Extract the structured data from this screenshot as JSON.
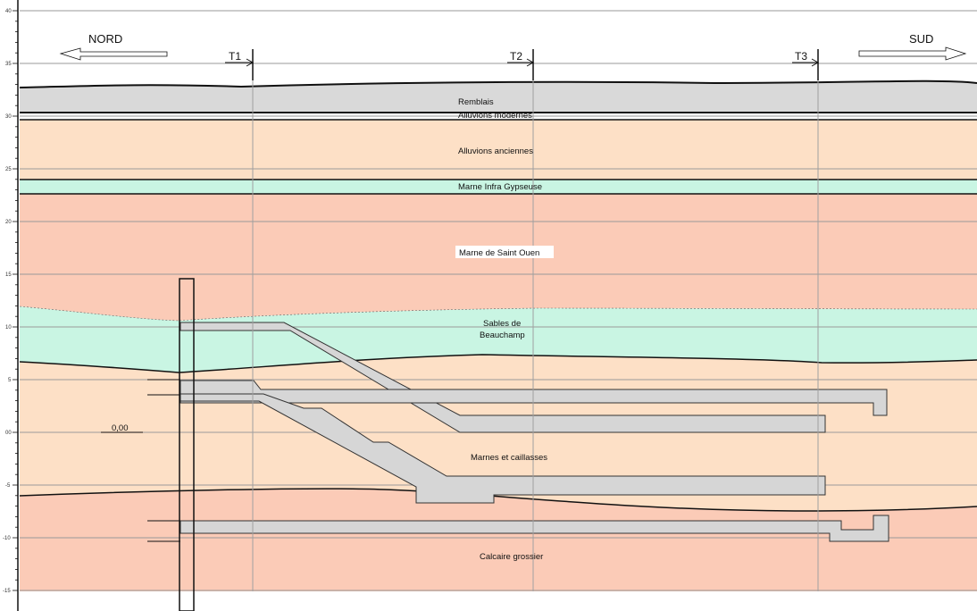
{
  "colors": {
    "remblais": "#d9d9d9",
    "alluvions_anciennes": "#fde0c6",
    "marne_infra": "#c9f5e3",
    "marne_saint_ouen": "#fbcbb7",
    "sables": "#c9f5e3",
    "marnes_caillasses": "#fde0c6",
    "calcaire": "#fbcbb7",
    "structure": "#d6d6d6"
  },
  "directions": {
    "north": "NORD",
    "south": "SUD"
  },
  "section_markers": [
    "T1",
    "T2",
    "T3"
  ],
  "layers": {
    "remblais": "Remblais",
    "alluvions_modernes": "Alluvions modernes",
    "alluvions_anciennes": "Alluvions anciennes",
    "marne_infra": "Marne Infra Gypseuse",
    "marne_saint_ouen": "Marne de Saint Ouen",
    "sables": [
      "Sables de",
      "Beauchamp"
    ],
    "marnes_caillasses": "Marnes et caillasses",
    "calcaire": "Calcaire grossier"
  },
  "reference_level": "0,00",
  "elevation_axis": {
    "min": -15,
    "max": 40,
    "labels": [
      "40",
      "35",
      "30",
      "25",
      "20",
      "15",
      "10",
      "5",
      "00",
      "-5",
      "-10",
      "-15"
    ]
  }
}
